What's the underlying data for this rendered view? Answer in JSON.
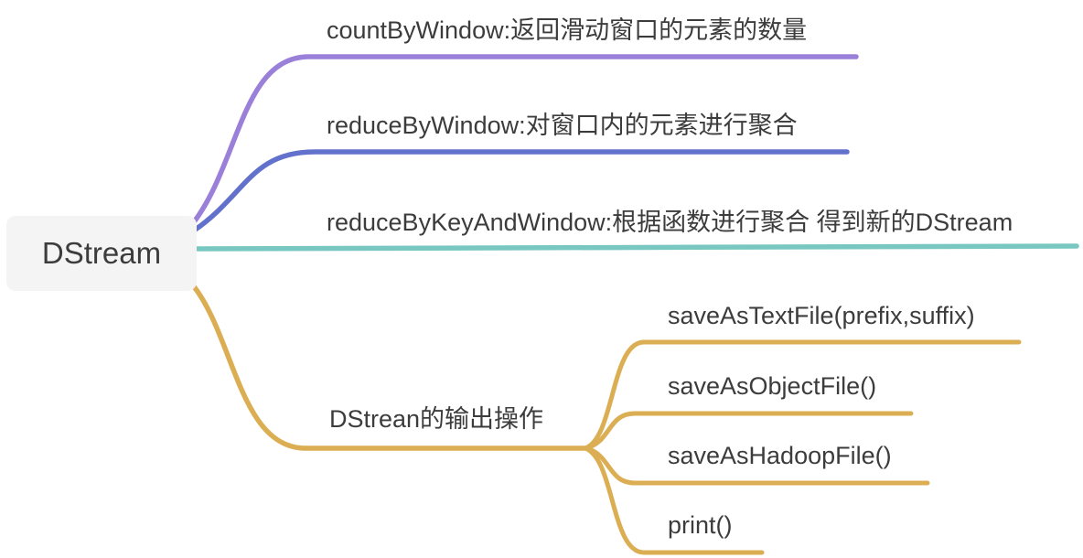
{
  "app": {
    "type": "mindmap",
    "background": "#ffffff"
  },
  "colors": {
    "purple": "#9b80da",
    "blue": "#6272cc",
    "teal": "#79c7c1",
    "gold": "#dcae54",
    "root_bg": "#f4f4f5",
    "text": "#3c3c3c"
  },
  "root": {
    "label": "DStream"
  },
  "branches": [
    {
      "id": "countByWindow",
      "label": "countByWindow:返回滑动窗口的元素的数量",
      "color": "#9b80da"
    },
    {
      "id": "reduceByWindow",
      "label": "reduceByWindow:对窗口内的元素进行聚合",
      "color": "#6272cc"
    },
    {
      "id": "reduceByKeyAndWindow",
      "label": "reduceByKeyAndWindow:根据函数进行聚合 得到新的DStream",
      "color": "#79c7c1"
    },
    {
      "id": "output-operations",
      "label": "DStrean的输出操作",
      "color": "#dcae54",
      "children": [
        {
          "id": "saveAsTextFile",
          "label": "saveAsTextFile(prefix,suffix)"
        },
        {
          "id": "saveAsObjectFile",
          "label": "saveAsObjectFile()"
        },
        {
          "id": "saveAsHadoopFile",
          "label": "saveAsHadoopFile()"
        },
        {
          "id": "print",
          "label": "print()"
        }
      ]
    }
  ]
}
